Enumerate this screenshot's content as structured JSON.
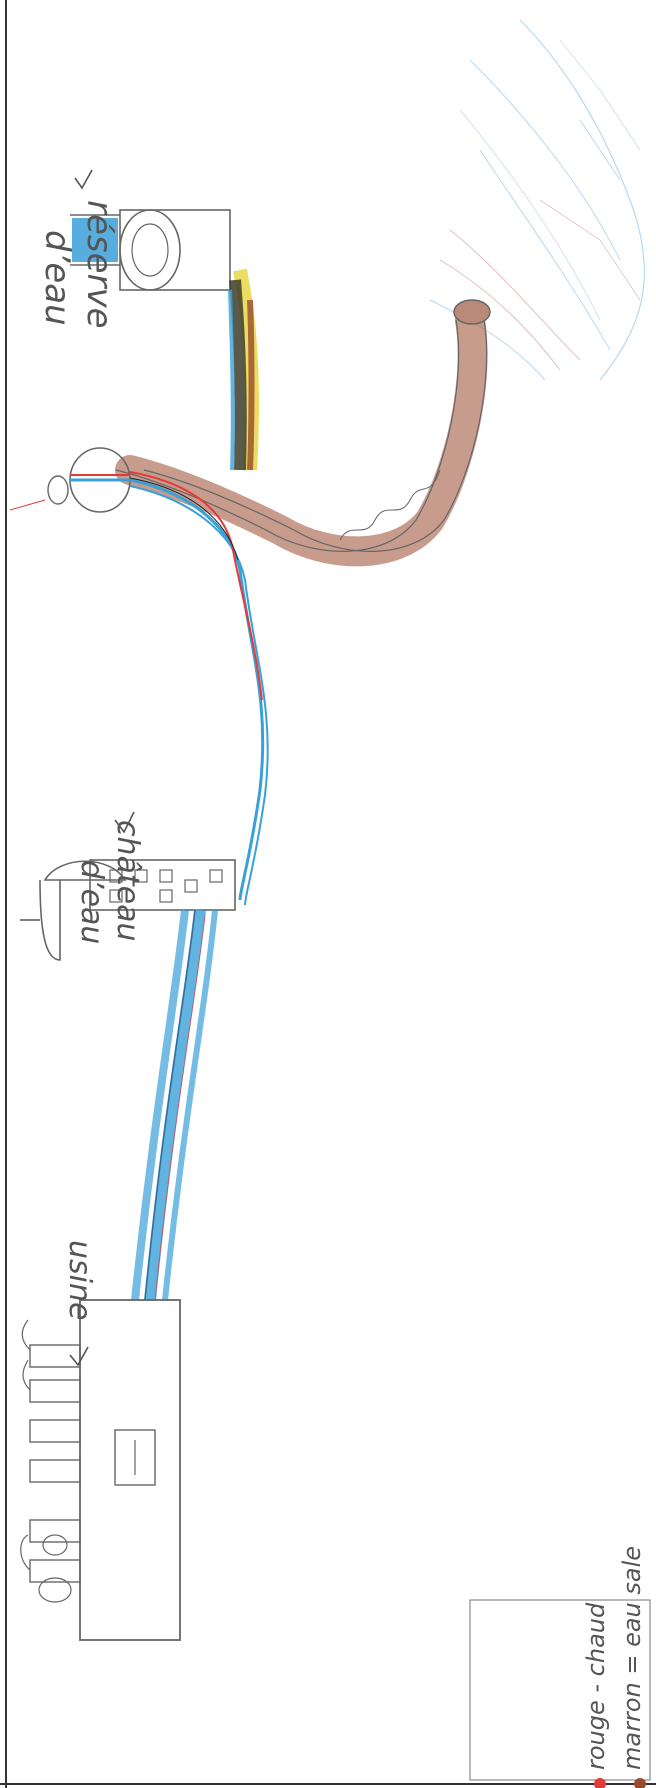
{
  "labels": {
    "reserve": "réserve",
    "reserve_line2": "d’eau",
    "chateau": "château",
    "chateau_line2": "d’eau",
    "usine": "usine"
  },
  "legend": {
    "items": [
      {
        "text": "marron = eau sale",
        "color": "#9a4a2e"
      },
      {
        "text": "rouge - chaud",
        "color": "#e23b3b"
      }
    ]
  },
  "colors": {
    "paper": "#ffffff",
    "pencil": "#777777",
    "blue_pipe": "#3aa0d8",
    "red_pipe": "#e23b3b",
    "brown_pipe": "#9a4a2e",
    "yellow": "#e6d53a",
    "water_blue": "#7cb9e8"
  },
  "icons": [
    "water-reserve-icon",
    "water-tower-icon",
    "factory-icon",
    "dam-cylinder-icon"
  ]
}
